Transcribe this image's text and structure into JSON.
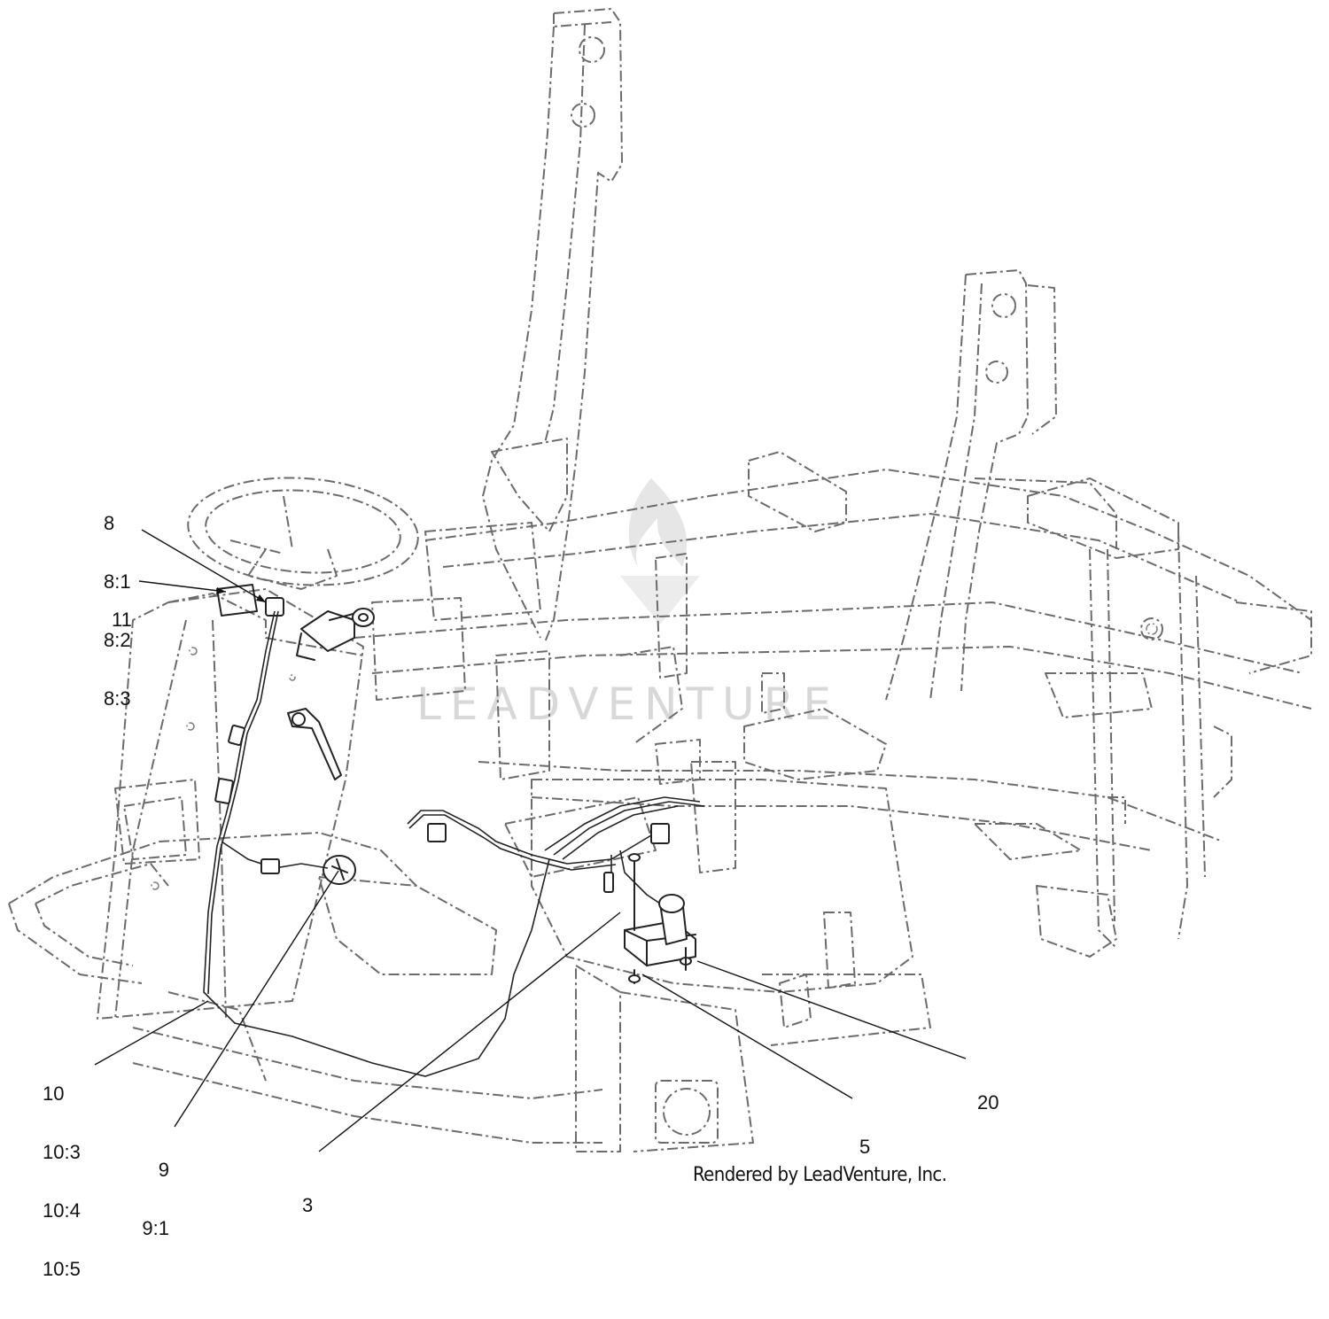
{
  "diagram": {
    "credit": "Rendered by LeadVenture, Inc.",
    "watermark": "LEADVENTURE",
    "watermark_icon": "flame-logo-icon",
    "callouts": [
      {
        "id": "c8",
        "lines": [
          "8",
          "8:1",
          "8:2",
          "8:3"
        ]
      },
      {
        "id": "c11",
        "lines": [
          "11"
        ]
      },
      {
        "id": "c10",
        "lines": [
          "10",
          "10:3",
          "10:4",
          "10:5"
        ]
      },
      {
        "id": "c9",
        "lines": [
          "9",
          "9:1"
        ]
      },
      {
        "id": "c3",
        "lines": [
          "3"
        ]
      },
      {
        "id": "c5",
        "lines": [
          "5"
        ]
      },
      {
        "id": "c20",
        "lines": [
          "20"
        ]
      }
    ]
  }
}
